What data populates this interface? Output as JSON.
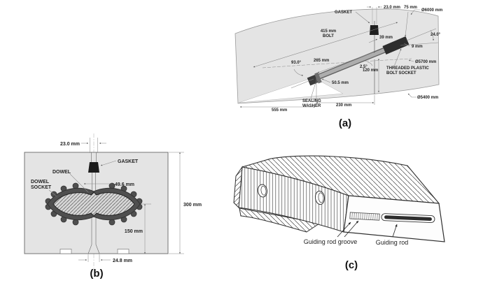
{
  "figure": {
    "panel_a": {
      "caption": "(a)",
      "labels": {
        "dim_23": "23.0 mm",
        "gasket": "GASKET",
        "dim_75": "75 mm",
        "dia_outer": "Ø6000 mm",
        "bolt_len": "415 mm",
        "bolt_word": "BOLT",
        "dim_39": "39 mm",
        "ang_24": "24.0°",
        "dim_9": "9 mm",
        "dia_mid": "Ø5700 mm",
        "ang_93": "93.0°",
        "dim_265": "265 mm",
        "ang_25": "2.5°",
        "dim_120": "120 mm",
        "socket1": "THREADED PLASTIC",
        "socket2": "BOLT SOCKET",
        "dim_505": "50.5 mm",
        "washer1": "SEALING",
        "washer2": "WASHER",
        "dim_230": "230 mm",
        "dim_555": "555 mm",
        "dia_inner": "Ø5400 mm"
      }
    },
    "panel_b": {
      "caption": "(b)",
      "labels": {
        "dim_23": "23.0 mm",
        "gasket": "GASKET",
        "dowel": "DOWEL",
        "socket1": "DOWEL",
        "socket2": "SOCKET",
        "dim_496": "49.6 mm",
        "dim_300": "300 mm",
        "dim_150": "150 mm",
        "dim_248": "24.8 mm"
      }
    },
    "panel_c": {
      "caption": "(c)",
      "labels": {
        "groove": "Guiding rod groove",
        "rod": "Guiding rod"
      }
    },
    "colors": {
      "segment_fill": "#e4e4e4",
      "socket_dark": "#2d2d2d",
      "gasket_black": "#1f1f1f",
      "dim_line": "#8a8a8a"
    }
  }
}
